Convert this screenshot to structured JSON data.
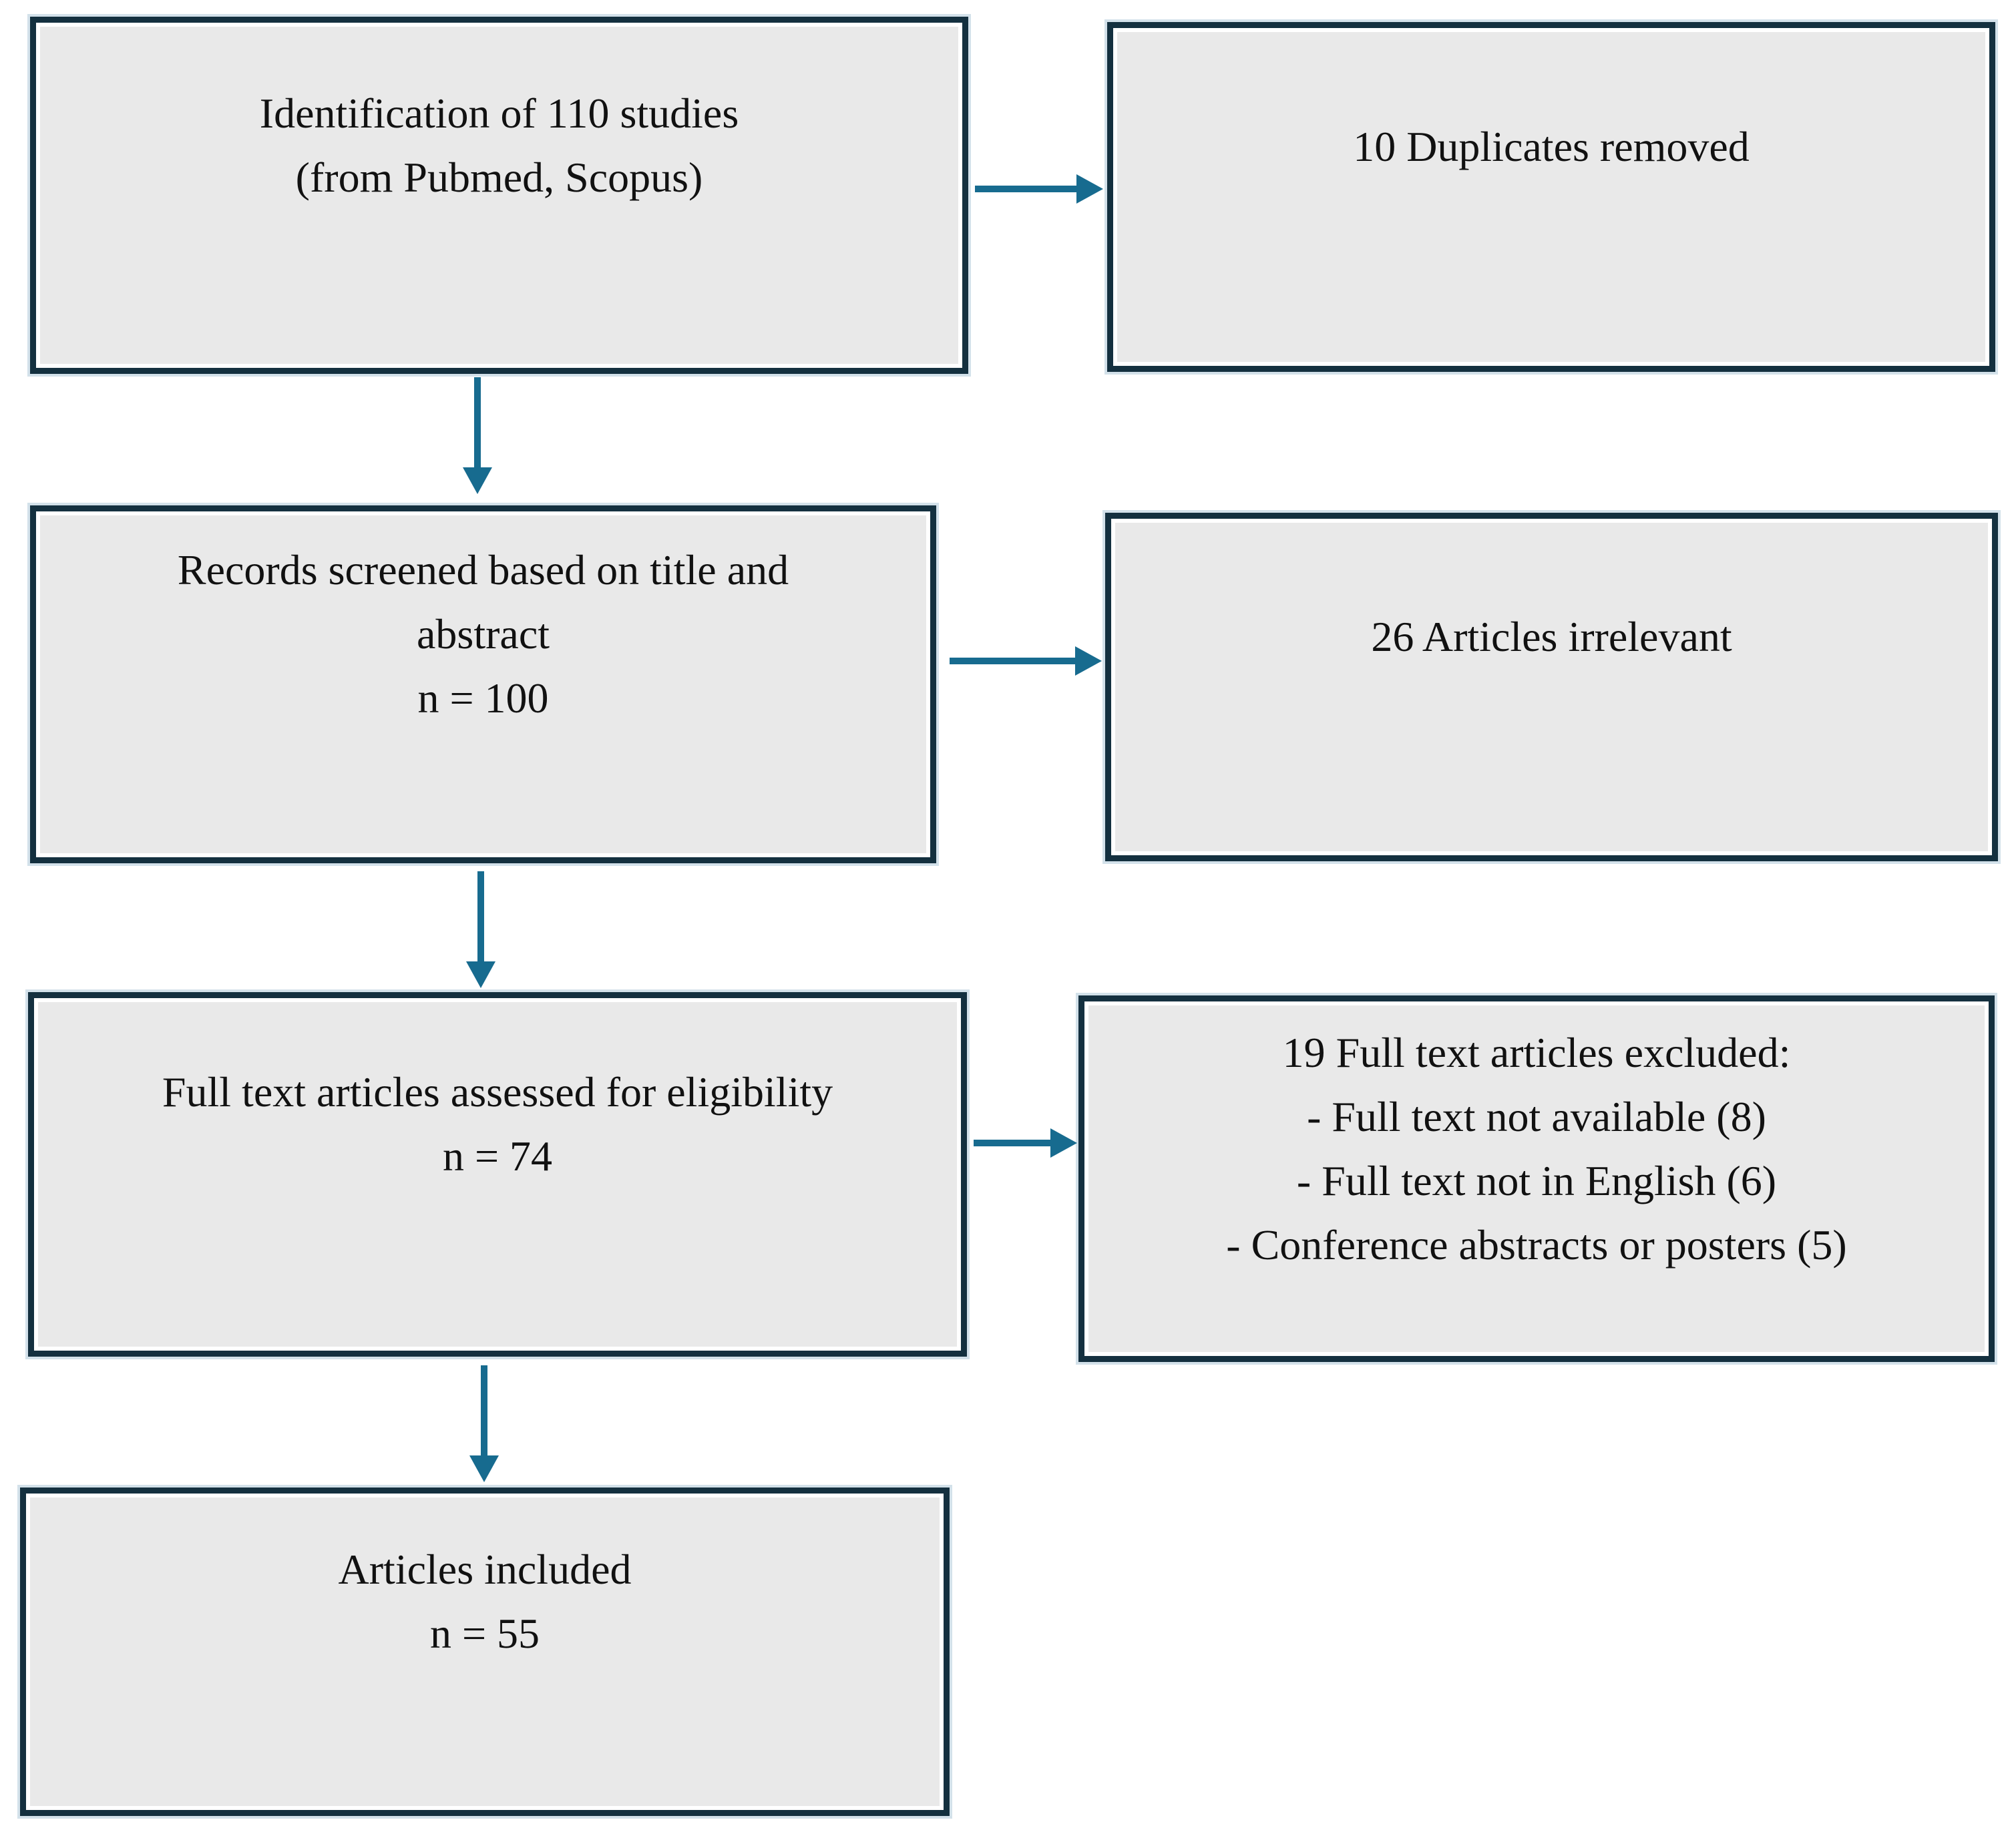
{
  "diagram": {
    "type": "prisma-flow",
    "colors": {
      "box_fill": "#e9e9e9",
      "box_border": "#14303f",
      "arrow": "#176b8f",
      "text": "#111111"
    },
    "boxes": {
      "identification": {
        "lines": [
          "Identification of 110 studies",
          "(from Pubmed, Scopus)"
        ]
      },
      "duplicates_removed": {
        "lines": [
          "10 Duplicates removed"
        ]
      },
      "records_screened": {
        "lines": [
          "Records screened based on title and",
          "abstract",
          "n = 100"
        ]
      },
      "articles_irrelevant": {
        "lines": [
          "26 Articles irrelevant"
        ]
      },
      "full_text_assessed": {
        "lines": [
          "Full text articles assessed for eligibility",
          "n = 74"
        ]
      },
      "full_text_excluded": {
        "lines": [
          "19 Full text articles excluded:",
          "- Full text not available (8)",
          "- Full text not in English (6)",
          "- Conference abstracts or posters (5)"
        ]
      },
      "articles_included": {
        "lines": [
          "Articles included",
          "n = 55"
        ]
      }
    }
  }
}
